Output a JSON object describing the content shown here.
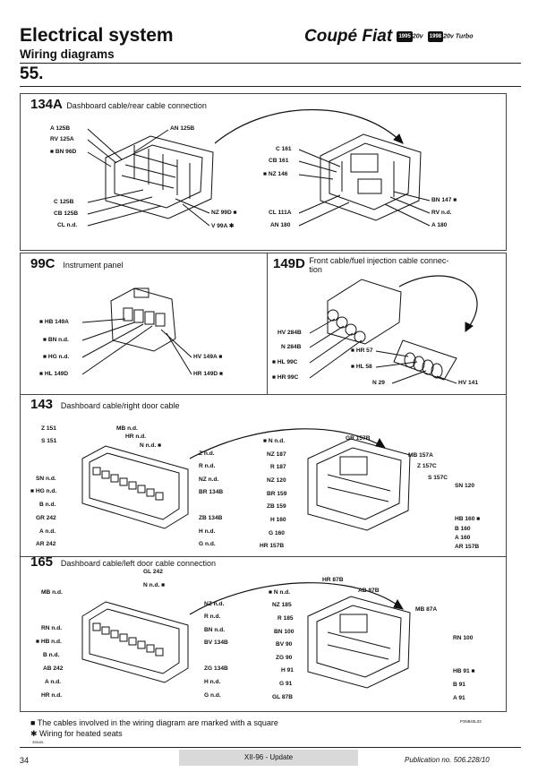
{
  "header": {
    "title": "Electrical system",
    "subtitle": "Wiring diagrams",
    "section": "55.",
    "brand": "Coupé Fiat",
    "badge1": "1995",
    "badge1_text": "20v",
    "badge2": "1998",
    "badge2_text": "20v Turbo"
  },
  "s134a": {
    "code": "134A",
    "desc": "Dashboard cable/rear cable connection",
    "labels": [
      "A 125B",
      "RV 125A",
      "■ BN 96D",
      "AN 125B",
      "C 125B",
      "CB 125B",
      "CL n.d.",
      "NZ 99D ■",
      "V 99A ✱",
      "C 161",
      "CB 161",
      "■ NZ 146",
      "CL 111A",
      "AN 180",
      "BN 147 ■",
      "RV n.d.",
      "A 180"
    ]
  },
  "s99c": {
    "code": "99C",
    "desc": "Instrument panel",
    "labels": [
      "■ HB 149A",
      "■ BN n.d.",
      "■ HG n.d.",
      "■ HL 149D",
      "HV 149A ■",
      "HR 149D ■"
    ]
  },
  "s149d": {
    "code": "149D",
    "desc": "Front cable/fuel injection cable connec-",
    "desc2": "tion",
    "labels": [
      "HV 284B",
      "N 284B",
      "■ HL 99C",
      "■ HR 99C",
      "■ HR 57",
      "■ HL 58",
      "N 29",
      "HV 141"
    ]
  },
  "s143": {
    "code": "143",
    "desc": "Dashboard cable/right door cable",
    "labels": [
      "Z 151",
      "S 151",
      "MB n.d.",
      "HR n.d.",
      "N n.d. ■",
      "Z n.d.",
      "R n.d.",
      "NZ n.d.",
      "BR 134B",
      "SN n.d.",
      "■ HG n.d.",
      "B n.d.",
      "GR 242",
      "A n.d.",
      "AR 242",
      "ZB 134B",
      "H n.d.",
      "G n.d.",
      "■ N n.d.",
      "NZ 187",
      "R 187",
      "NZ 120",
      "BR 159",
      "ZB 159",
      "H 160",
      "G 160",
      "HR 157B",
      "GR 157B",
      "MB 157A",
      "Z 157C",
      "S 157C",
      "SN 120",
      "HB 160 ■",
      "B 160",
      "A 160",
      "AR 157B"
    ]
  },
  "s165": {
    "code": "165",
    "desc": "Dashboard cable/left door cable connection",
    "labels": [
      "GL 242",
      "N n.d. ■",
      "MB n.d.",
      "NZ n.d.",
      "R n.d.",
      "BN n.d.",
      "BV 134B",
      "RN n.d.",
      "■ HB n.d.",
      "B n.d.",
      "AB 242",
      "A n.d.",
      "HR n.d.",
      "ZG 134B",
      "H n.d.",
      "G n.d.",
      "HR 87B",
      "■ N n.d.",
      "NZ 185",
      "R 185",
      "BN 100",
      "BV 90",
      "ZG 90",
      "H 91",
      "G 91",
      "GL 87B",
      "AB 87B",
      "MB 87A",
      "RN 100",
      "HB 91 ■",
      "B 91",
      "A 91"
    ]
  },
  "footer": {
    "note1": "■  The cables involved in the wiring diagram are marked with a square",
    "note2": "✱  Wiring for heated seats",
    "code": "P3N840L02",
    "small": "39640L",
    "page": "34",
    "update": "XII-96 - Update",
    "pub": "Publication no. 506.228/10"
  }
}
